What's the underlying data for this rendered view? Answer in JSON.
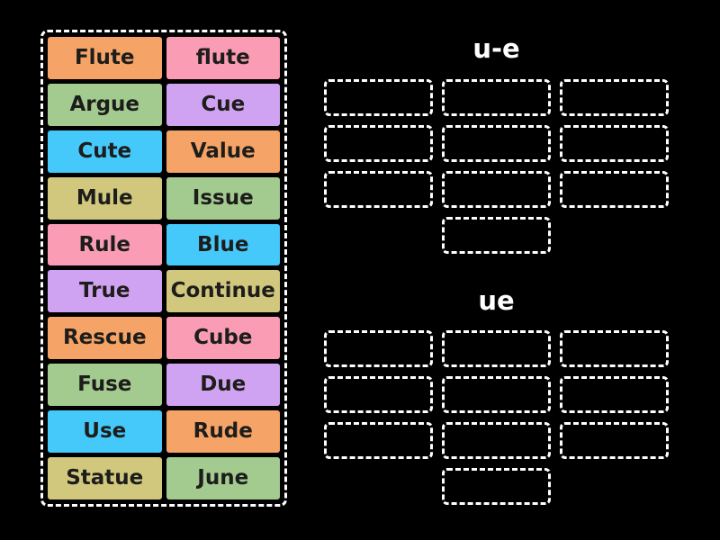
{
  "background": "#000000",
  "text_color": "#1d1d1b",
  "slot_border_color": "#ffffff",
  "palette": {
    "orange": "#f5a366",
    "pink": "#f99cb4",
    "green": "#a3cb8f",
    "purple": "#d0a3f2",
    "blue": "#45c8fa",
    "khaki": "#d1c87e"
  },
  "word_bank": {
    "tiles": [
      {
        "label": "Flute",
        "color": "orange"
      },
      {
        "label": "flute",
        "color": "pink"
      },
      {
        "label": "Argue",
        "color": "green"
      },
      {
        "label": "Cue",
        "color": "purple"
      },
      {
        "label": "Cute",
        "color": "blue"
      },
      {
        "label": "Value",
        "color": "orange"
      },
      {
        "label": "Mule",
        "color": "khaki"
      },
      {
        "label": "Issue",
        "color": "green"
      },
      {
        "label": "Rule",
        "color": "pink"
      },
      {
        "label": "Blue",
        "color": "blue"
      },
      {
        "label": "True",
        "color": "purple"
      },
      {
        "label": "Continue",
        "color": "khaki"
      },
      {
        "label": "Rescue",
        "color": "orange"
      },
      {
        "label": "Cube",
        "color": "pink"
      },
      {
        "label": "Fuse",
        "color": "green"
      },
      {
        "label": "Due",
        "color": "purple"
      },
      {
        "label": "Use",
        "color": "blue"
      },
      {
        "label": "Rude",
        "color": "orange"
      },
      {
        "label": "Statue",
        "color": "khaki"
      },
      {
        "label": "June",
        "color": "green"
      }
    ]
  },
  "groups": [
    {
      "label": "u-e",
      "slot_count": 10
    },
    {
      "label": "ue",
      "slot_count": 10
    }
  ]
}
